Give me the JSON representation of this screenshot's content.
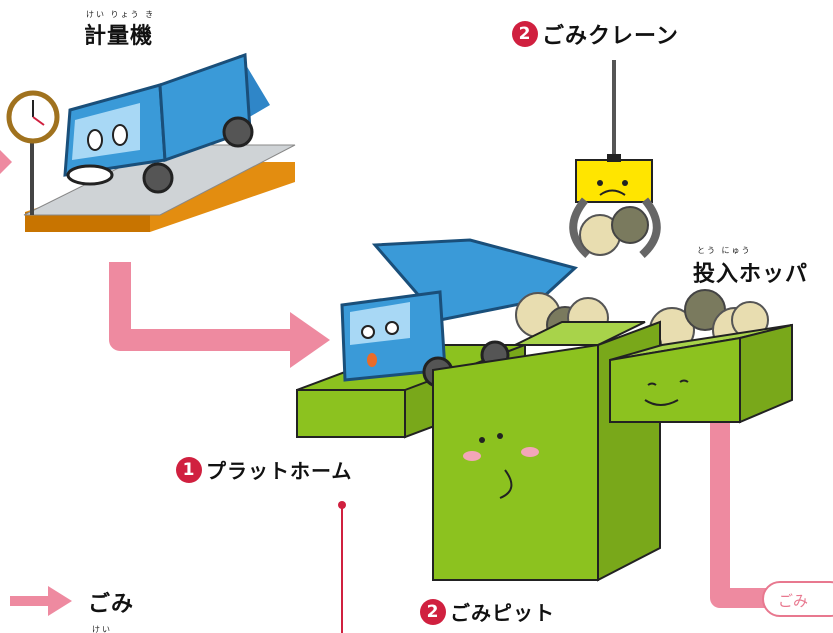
{
  "labels": {
    "scale": {
      "text": "計量機",
      "ruby": "けい りょう き"
    },
    "crane": {
      "num": "2",
      "text": "ごみクレーン"
    },
    "hopper": {
      "text": "投入ホッパ",
      "ruby": "とう にゅう"
    },
    "platform": {
      "num": "1",
      "text": "プラットホーム"
    },
    "pit": {
      "num": "2",
      "text": "ごみピット"
    }
  },
  "legend": {
    "label": "ごみ",
    "ruby": "けい"
  },
  "flow_tag": "ごみ",
  "colors": {
    "flow_arrow": "#ee8aa0",
    "green": "#8cc21f",
    "truck_blue": "#3a9ad8",
    "scale_base": "#e38d10",
    "crane_yellow": "#ffe500",
    "number_badge": "#d0203f"
  }
}
